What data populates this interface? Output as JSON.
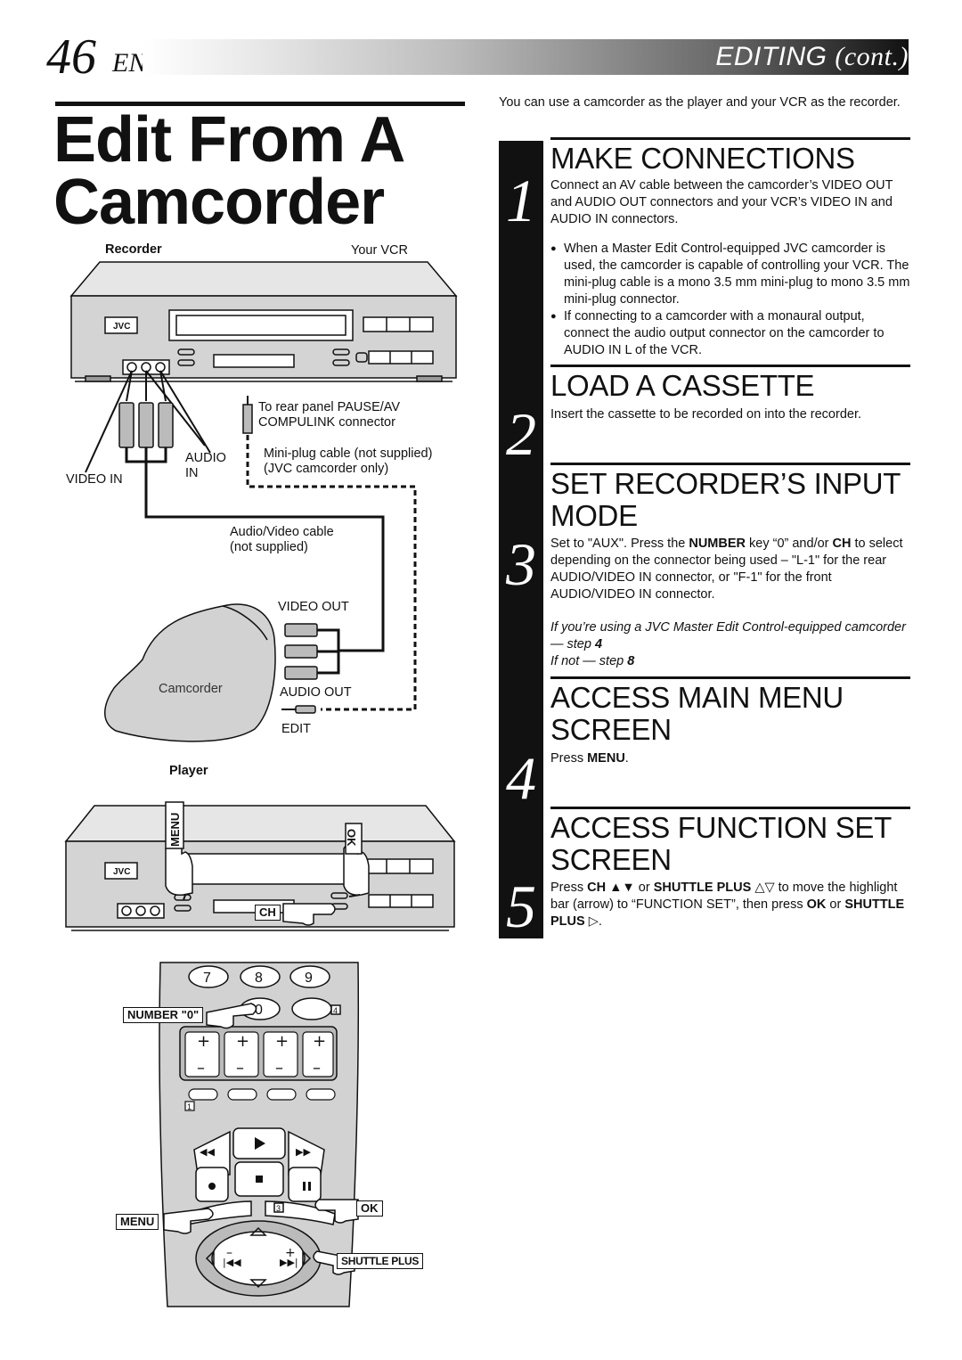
{
  "header": {
    "page_number": "46",
    "lang": "EN",
    "section": "EDITING",
    "section_cont": "(cont.)"
  },
  "title": "Edit From A Camcorder",
  "intro": "You can use a camcorder as the player and your VCR as the recorder.",
  "diagram": {
    "recorder_label": "Recorder",
    "your_vcr_label": "Your VCR",
    "rear_panel_label_1": "To rear panel PAUSE/AV",
    "rear_panel_label_2": "COMPULINK connector",
    "miniplug_label_1": "Mini-plug cable (not supplied)",
    "miniplug_label_2": "(JVC camcorder only)",
    "audio_in_label_1": "AUDIO",
    "audio_in_label_2": "IN",
    "video_in_label": "VIDEO IN",
    "av_cable_label_1": "Audio/Video cable",
    "av_cable_label_2": "(not supplied)",
    "video_out_label": "VIDEO OUT",
    "audio_out_label": "AUDIO OUT",
    "edit_label": "EDIT",
    "camcorder_label": "Camcorder",
    "player_label": "Player",
    "menu_vertical": "MENU",
    "ok_vertical": "OK",
    "ch_label": "CH",
    "jvc_logo": "JVC",
    "remote_keys": [
      "7",
      "8",
      "9",
      "0"
    ],
    "number0_label": "NUMBER \"0\"",
    "menu_label": "MENU",
    "ok_label": "OK",
    "shuttle_label": "SHUTTLE PLUS",
    "mini_num_4": "4",
    "mini_num_1": "1",
    "mini_num_3": "3"
  },
  "steps": [
    {
      "number": "1",
      "heading": "MAKE CONNECTIONS",
      "text": "Connect an AV cable between the camcorder’s VIDEO OUT and AUDIO OUT connectors and your VCR’s VIDEO IN and AUDIO IN connectors.",
      "bullets": [
        "When a Master Edit Control-equipped JVC camcorder is used, the camcorder is capable of controlling your VCR. The mini-plug cable is a mono 3.5 mm mini-plug to mono 3.5 mm mini-plug connector.",
        "If connecting to a camcorder with a monaural output, connect the audio output connector on the camcorder to AUDIO IN L of the VCR."
      ]
    },
    {
      "number": "2",
      "heading": "LOAD A CASSETTE",
      "text": "Insert the cassette to be recorded on into the recorder."
    },
    {
      "number": "3",
      "heading_1": "SET RECORDER’S INPUT",
      "heading_2": "MODE",
      "text_a": "Set to \"AUX\". Press the ",
      "text_b": "NUMBER",
      "text_c": " key “0” and/or ",
      "text_d": "CH",
      "text_e": " to select depending on the connector being used – \"L-1\" for the rear AUDIO/VIDEO IN connector, or \"F-1\" for the front AUDIO/VIDEO IN connector.",
      "note_1a": "If you’re using a JVC Master Edit Control-equipped camcorder — step ",
      "note_1b": "4",
      "note_2a": "If not — step ",
      "note_2b": "8"
    },
    {
      "number": "4",
      "heading_1": "ACCESS MAIN MENU",
      "heading_2": "SCREEN",
      "text_a": "Press ",
      "text_b": "MENU",
      "text_c": "."
    },
    {
      "number": "5",
      "heading_1": "ACCESS FUNCTION SET",
      "heading_2": "SCREEN",
      "text_a": "Press ",
      "text_b": "CH ▲▼",
      "text_c": " or ",
      "text_d": "SHUTTLE PLUS",
      "text_e": " △▽ to move the highlight bar (arrow) to “FUNCTION SET”, then press ",
      "text_f": "OK",
      "text_g": " or ",
      "text_h": "SHUTTLE PLUS",
      "text_i": " ▷."
    }
  ]
}
